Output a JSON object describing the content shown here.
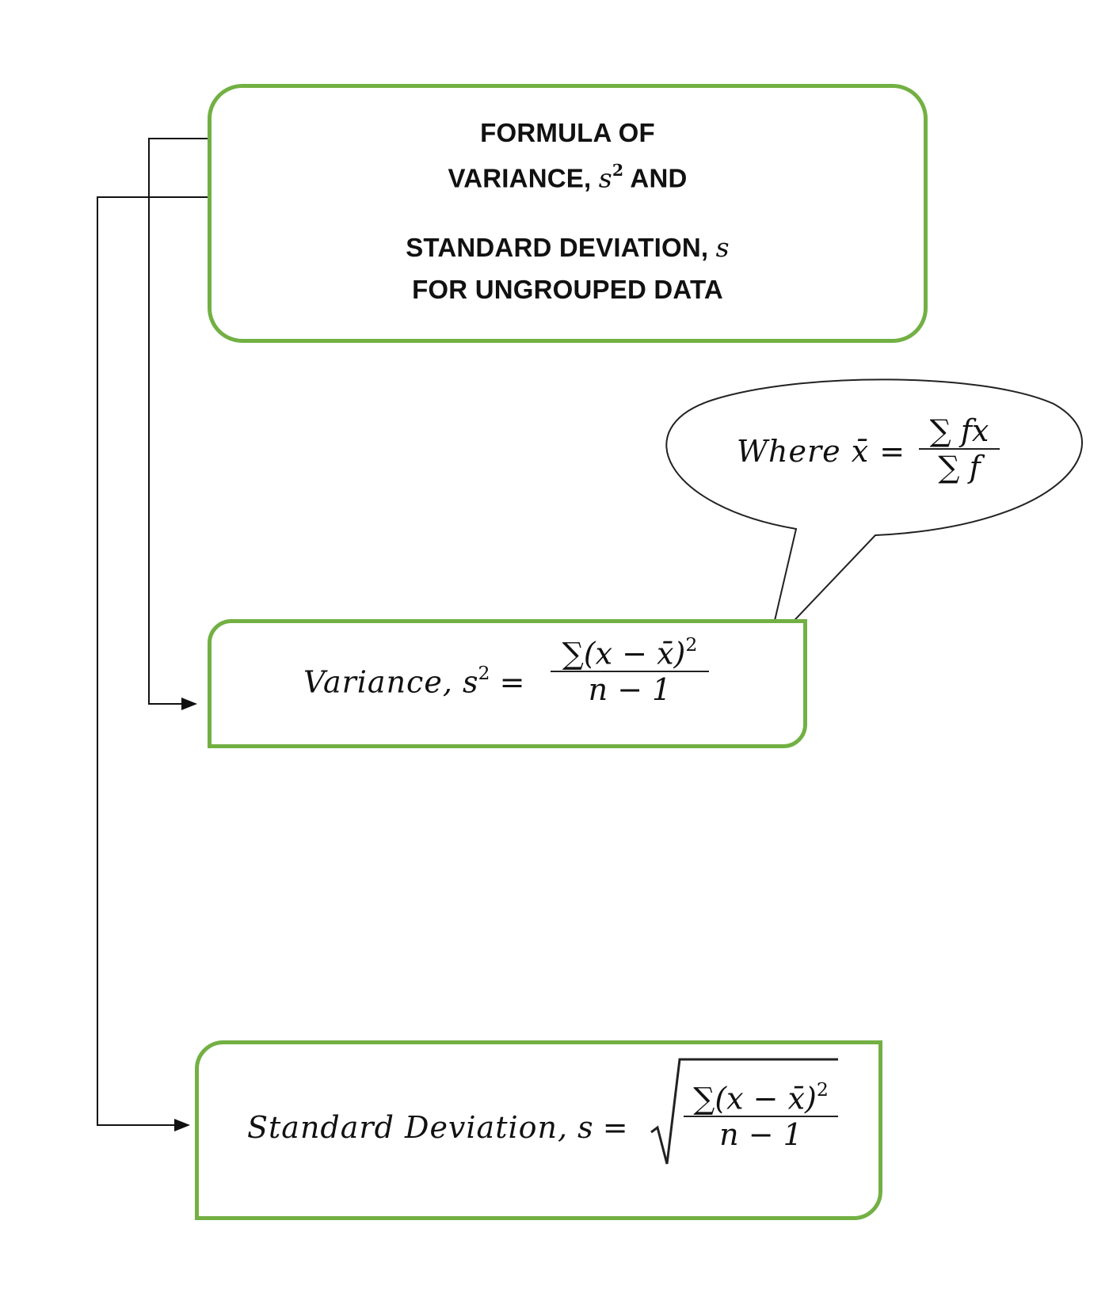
{
  "title": {
    "line1": "FORMULA OF",
    "line2_prefix": "VARIANCE, ",
    "line2_symbol": "s",
    "line2_exp": "2",
    "line2_suffix": " AND",
    "line3_prefix": "STANDARD DEVIATION, ",
    "line3_symbol": "s",
    "line4": "FOR UNGROUPED DATA"
  },
  "callout": {
    "label": "Where x̄ =",
    "numerator": "∑ fx",
    "denominator": "∑ f"
  },
  "variance": {
    "label": "Variance,",
    "symbol": "s",
    "exp": "2",
    "equals": "=",
    "numerator": "∑(x − x̄)",
    "num_exp": "2",
    "denominator": "n − 1"
  },
  "std_dev": {
    "label": "Standard Deviation,",
    "symbol": "s",
    "equals": "=",
    "numerator": "∑(x − x̄)",
    "num_exp": "2",
    "denominator": "n − 1"
  },
  "colors": {
    "box_border": "#72b043",
    "line": "#111111"
  }
}
